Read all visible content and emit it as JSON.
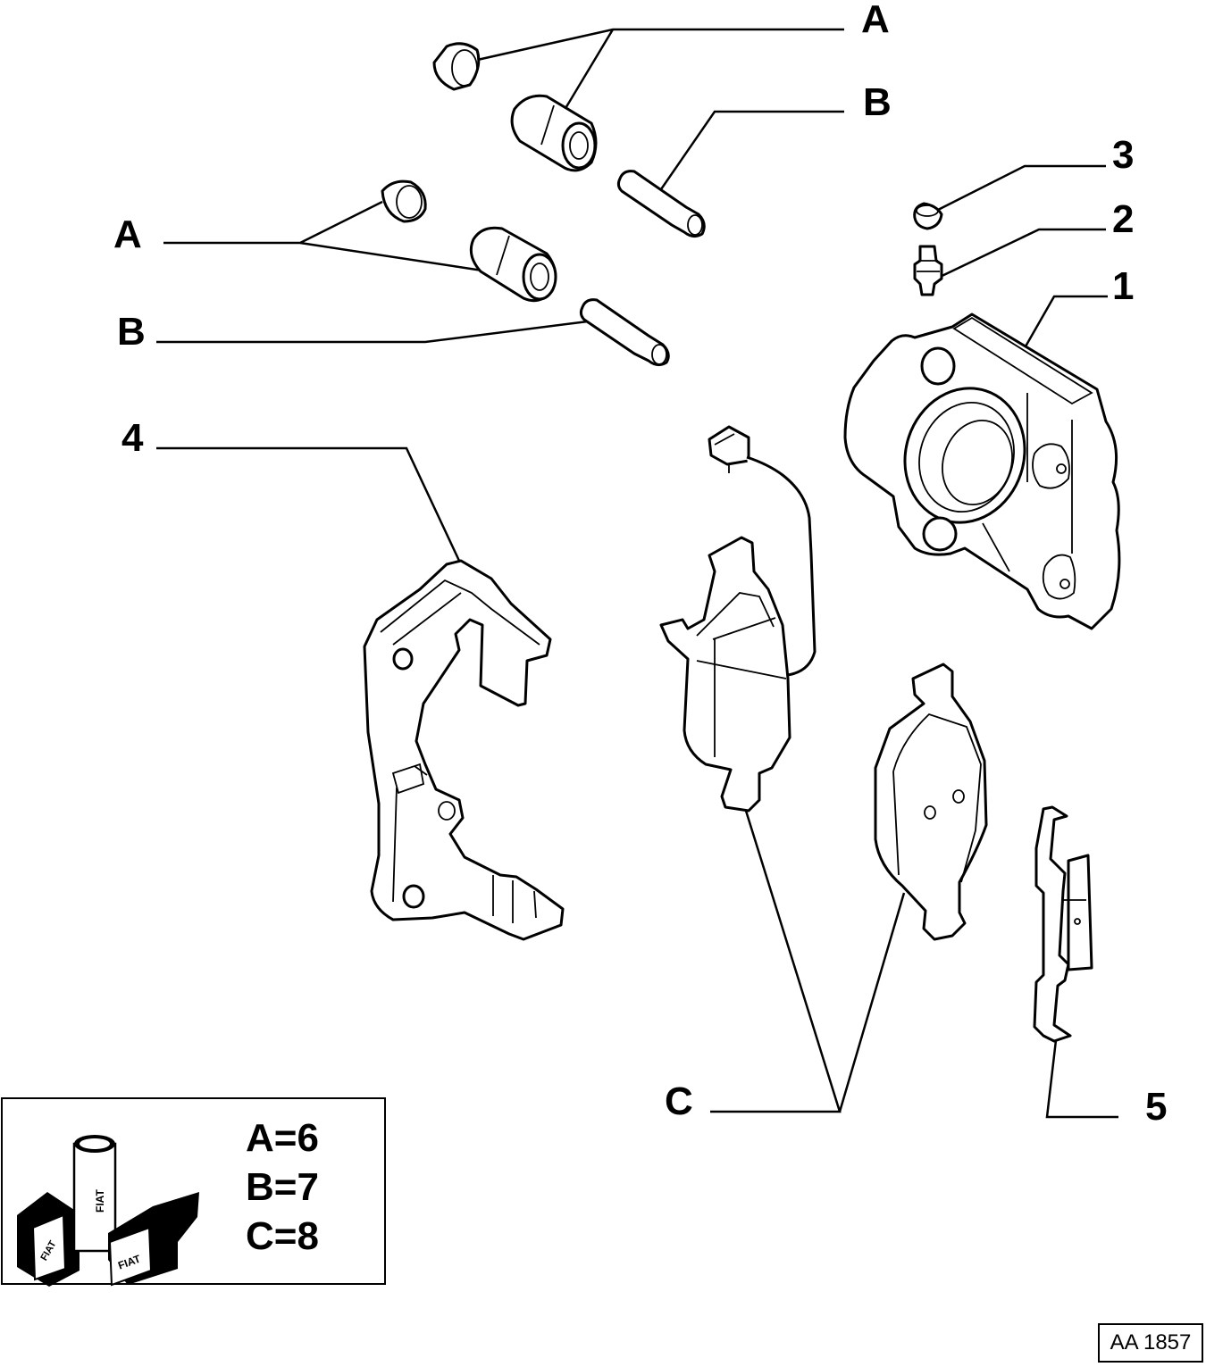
{
  "callouts": {
    "a_top": "A",
    "b_top": "B",
    "a_left": "A",
    "b_left": "B",
    "part_3": "3",
    "part_2": "2",
    "part_1": "1",
    "part_4": "4",
    "c": "C",
    "part_5": "5"
  },
  "legend": {
    "logo_text": "FIAT",
    "rows": [
      "A=6",
      "B=7",
      "C=8"
    ]
  },
  "reference_code": "AA 1857"
}
